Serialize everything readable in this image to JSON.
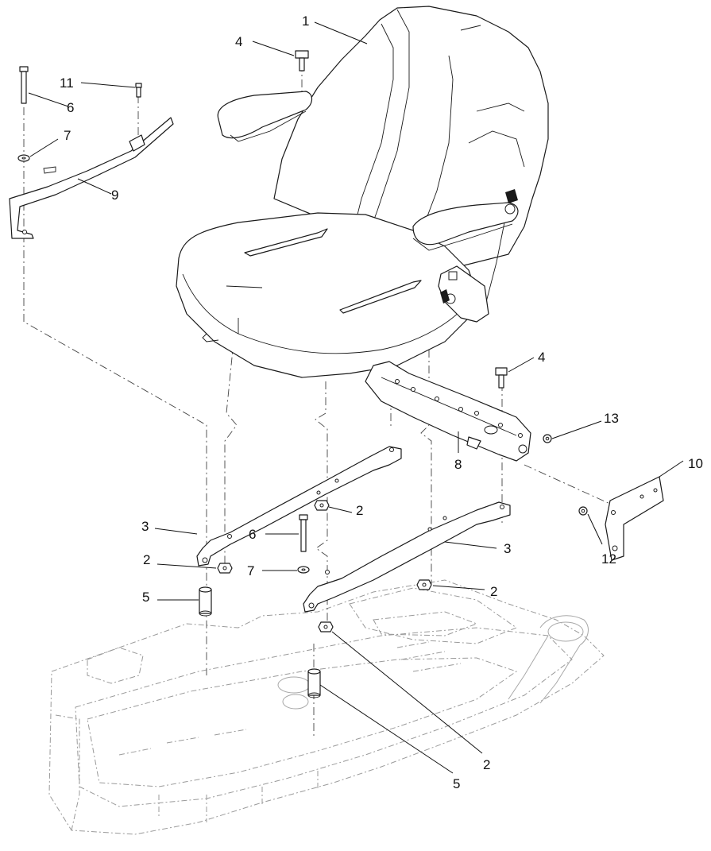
{
  "callouts": [
    {
      "id": "c1",
      "text": "1"
    },
    {
      "id": "c4a",
      "text": "4"
    },
    {
      "id": "c11",
      "text": "11"
    },
    {
      "id": "c6a",
      "text": "6"
    },
    {
      "id": "c7a",
      "text": "7"
    },
    {
      "id": "c9",
      "text": "9"
    },
    {
      "id": "c4b",
      "text": "4"
    },
    {
      "id": "c13",
      "text": "13"
    },
    {
      "id": "c8",
      "text": "8"
    },
    {
      "id": "c10",
      "text": "10"
    },
    {
      "id": "c2a",
      "text": "2"
    },
    {
      "id": "c3a",
      "text": "3"
    },
    {
      "id": "c6b",
      "text": "6"
    },
    {
      "id": "c2b",
      "text": "2"
    },
    {
      "id": "c7b",
      "text": "7"
    },
    {
      "id": "c3b",
      "text": "3"
    },
    {
      "id": "c12",
      "text": "12"
    },
    {
      "id": "c5a",
      "text": "5"
    },
    {
      "id": "c2c",
      "text": "2"
    },
    {
      "id": "c2d",
      "text": "2"
    },
    {
      "id": "c5b",
      "text": "5"
    }
  ]
}
